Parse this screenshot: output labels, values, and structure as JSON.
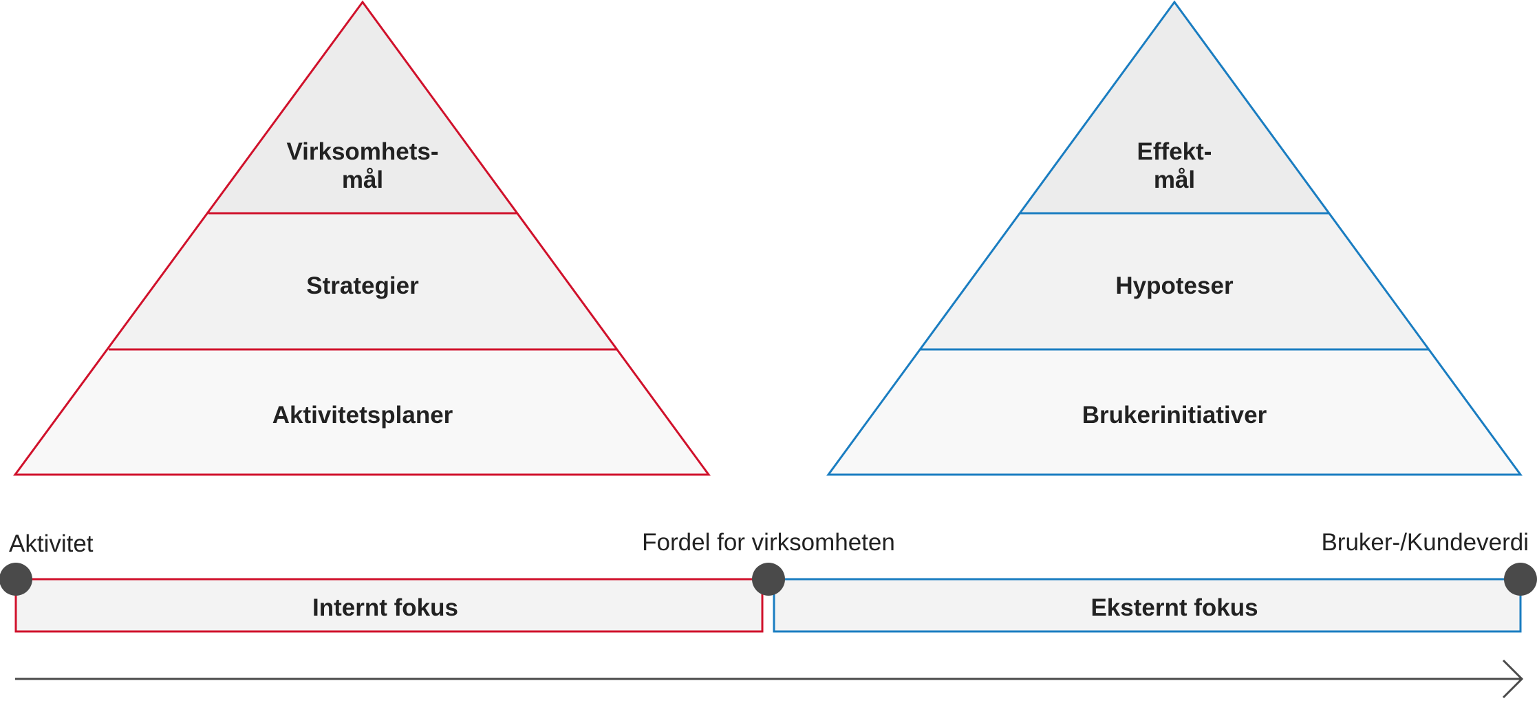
{
  "colors": {
    "left_stroke": "#d0112b",
    "right_stroke": "#1a7dc1",
    "tier_top": "#ececec",
    "tier_mid": "#f2f2f2",
    "tier_bottom": "#f8f8f8",
    "bar_fill": "#f3f3f3",
    "node": "#4a4a4a",
    "arrow": "#4a4a4a"
  },
  "left_pyramid": {
    "top_line1": "Virksomhets-",
    "top_line2": "mål",
    "middle": "Strategier",
    "bottom": "Aktivitetsplaner"
  },
  "right_pyramid": {
    "top_line1": "Effekt-",
    "top_line2": "mål",
    "middle": "Hypoteser",
    "bottom": "Brukerinitiativer"
  },
  "scale": {
    "start_label": "Aktivitet",
    "middle_label": "Fordel for virksomheten",
    "end_label": "Bruker-/Kundeverdi",
    "left_bar": "Internt fokus",
    "right_bar": "Eksternt fokus"
  }
}
